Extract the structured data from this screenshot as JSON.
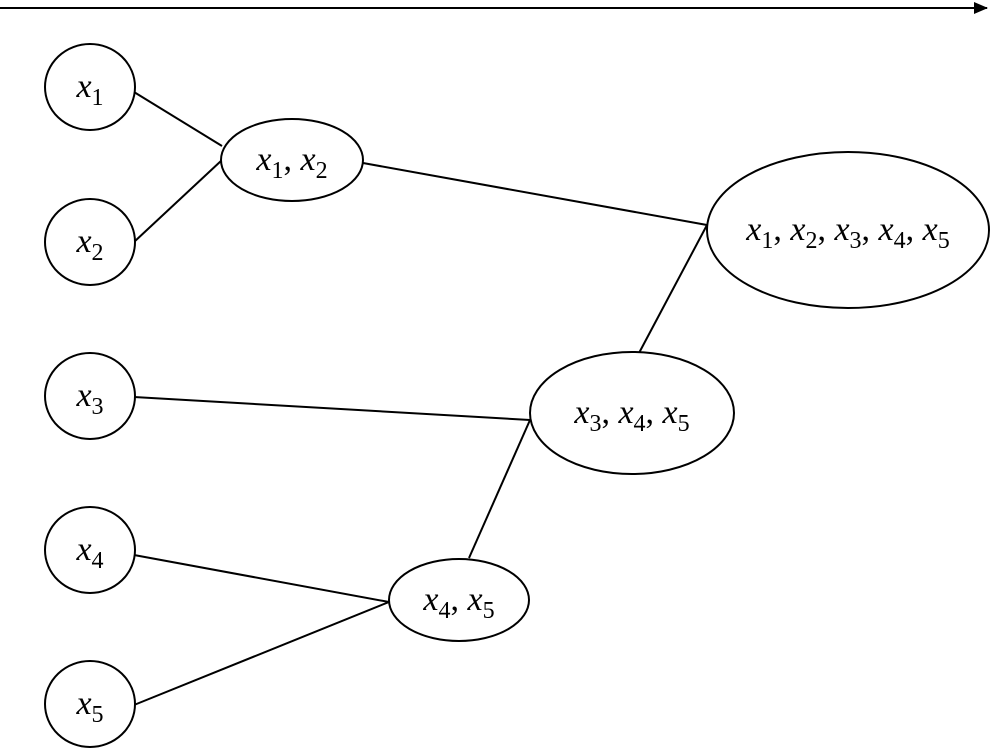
{
  "diagram": {
    "kind": "hierarchical-clustering-tree",
    "colors": {
      "stroke": "#000000",
      "background": "#ffffff"
    },
    "nodes": [
      {
        "id": "x1",
        "terms": [
          {
            "var": "x",
            "sub": "1"
          }
        ]
      },
      {
        "id": "x2",
        "terms": [
          {
            "var": "x",
            "sub": "2"
          }
        ]
      },
      {
        "id": "x3",
        "terms": [
          {
            "var": "x",
            "sub": "3"
          }
        ]
      },
      {
        "id": "x4",
        "terms": [
          {
            "var": "x",
            "sub": "4"
          }
        ]
      },
      {
        "id": "x5",
        "terms": [
          {
            "var": "x",
            "sub": "5"
          }
        ]
      },
      {
        "id": "x1x2",
        "terms": [
          {
            "var": "x",
            "sub": "1"
          },
          {
            "var": "x",
            "sub": "2"
          }
        ]
      },
      {
        "id": "x4x5",
        "terms": [
          {
            "var": "x",
            "sub": "4"
          },
          {
            "var": "x",
            "sub": "5"
          }
        ]
      },
      {
        "id": "x3x4x5",
        "terms": [
          {
            "var": "x",
            "sub": "3"
          },
          {
            "var": "x",
            "sub": "4"
          },
          {
            "var": "x",
            "sub": "5"
          }
        ]
      },
      {
        "id": "x1to5",
        "terms": [
          {
            "var": "x",
            "sub": "1"
          },
          {
            "var": "x",
            "sub": "2"
          },
          {
            "var": "x",
            "sub": "3"
          },
          {
            "var": "x",
            "sub": "4"
          },
          {
            "var": "x",
            "sub": "5"
          }
        ]
      }
    ],
    "edges": [
      [
        "x1",
        "x1x2"
      ],
      [
        "x2",
        "x1x2"
      ],
      [
        "x1x2",
        "x1to5"
      ],
      [
        "x3",
        "x3x4x5"
      ],
      [
        "x4",
        "x4x5"
      ],
      [
        "x5",
        "x4x5"
      ],
      [
        "x4x5",
        "x3x4x5"
      ],
      [
        "x3x4x5",
        "x1to5"
      ]
    ]
  }
}
